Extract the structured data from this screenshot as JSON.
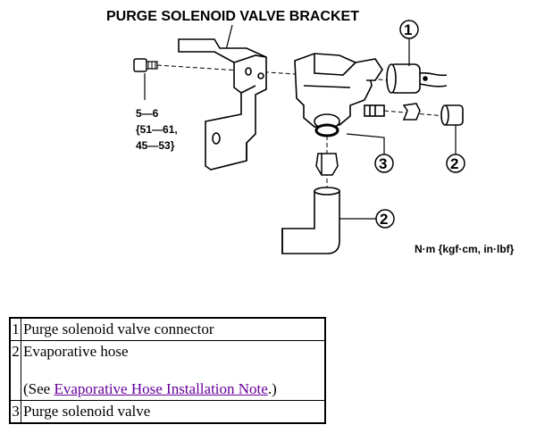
{
  "diagram": {
    "title": "PURGE SOLENOID VALVE BRACKET",
    "torque": {
      "line1": "5—6",
      "line2": "{51—61,",
      "line3": "45—53}"
    },
    "units": "N·m {kgf·cm, in·lbf}",
    "callouts": {
      "c1": "1",
      "c2a": "2",
      "c2b": "2",
      "c3": "3"
    }
  },
  "legend": {
    "rows": [
      {
        "num": "1",
        "desc": "Purge solenoid valve connector"
      },
      {
        "num": "2",
        "desc": "Evaporative hose",
        "note_prefix": "(See ",
        "note_link": "Evaporative Hose Installation Note",
        "note_suffix": ".)"
      },
      {
        "num": "3",
        "desc": "Purge solenoid valve"
      }
    ]
  },
  "colors": {
    "link": "#660099"
  }
}
